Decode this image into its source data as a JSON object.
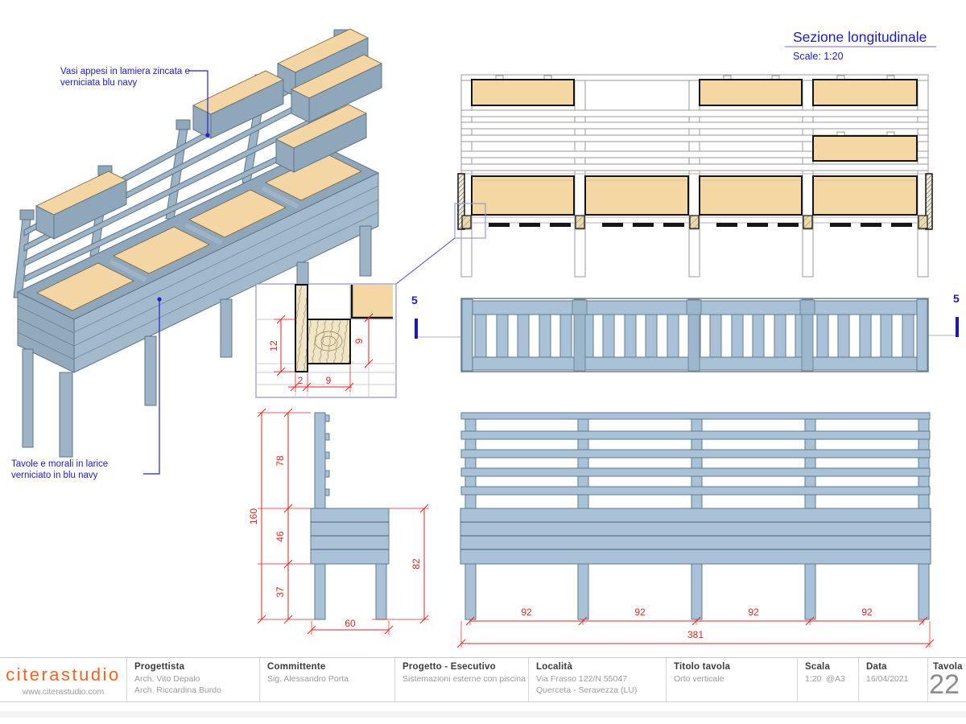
{
  "title": {
    "text": "Sezione longitudinale",
    "scale": "Scale: 1:20"
  },
  "annotations": {
    "vasi_line1": "Vasi appesi in lamiera zincata e",
    "vasi_line2": "verniciata blu navy",
    "tavole_line1": "Tavole e morali in larice",
    "tavole_line2": "verniciato in blu navy"
  },
  "markers": {
    "left": "5",
    "right": "5"
  },
  "detail_dims": {
    "d12": "12",
    "d9v": "9",
    "d2": "2",
    "d9h": "9"
  },
  "side_dims": {
    "d160": "160",
    "d78": "78",
    "d46": "46",
    "d37": "37",
    "d82": "82",
    "d60": "60"
  },
  "front_dims": {
    "bays": [
      "92",
      "92",
      "92",
      "92"
    ],
    "total": "381"
  },
  "titleblock": {
    "logo": "citerastudio",
    "website": "www.citerastudio.com",
    "progettista_label": "Progettista",
    "progettista_1": "Arch. Vito Depalo",
    "progettista_2": "Arch. Riccardina Burdo",
    "committente_label": "Committente",
    "committente_1": "Sig. Alessandro Porta",
    "progetto_label": "Progetto -  Esecutivo",
    "progetto_1": "Sistemazioni esterne con piscina",
    "localita_label": "Località",
    "localita_1": "Via Frasso 122/N   55047",
    "localita_2": "Querceta - Seravezza (LU)",
    "titolo_label": "Titolo tavola",
    "titolo_1": "Orto verticale",
    "scala_label": "Scala",
    "scala_value": "1:20",
    "scala_paper": "@A3",
    "data_label": "Data",
    "data_value": "16/04/2021",
    "tavola_label": "Tavola",
    "tavola_number": "22"
  }
}
